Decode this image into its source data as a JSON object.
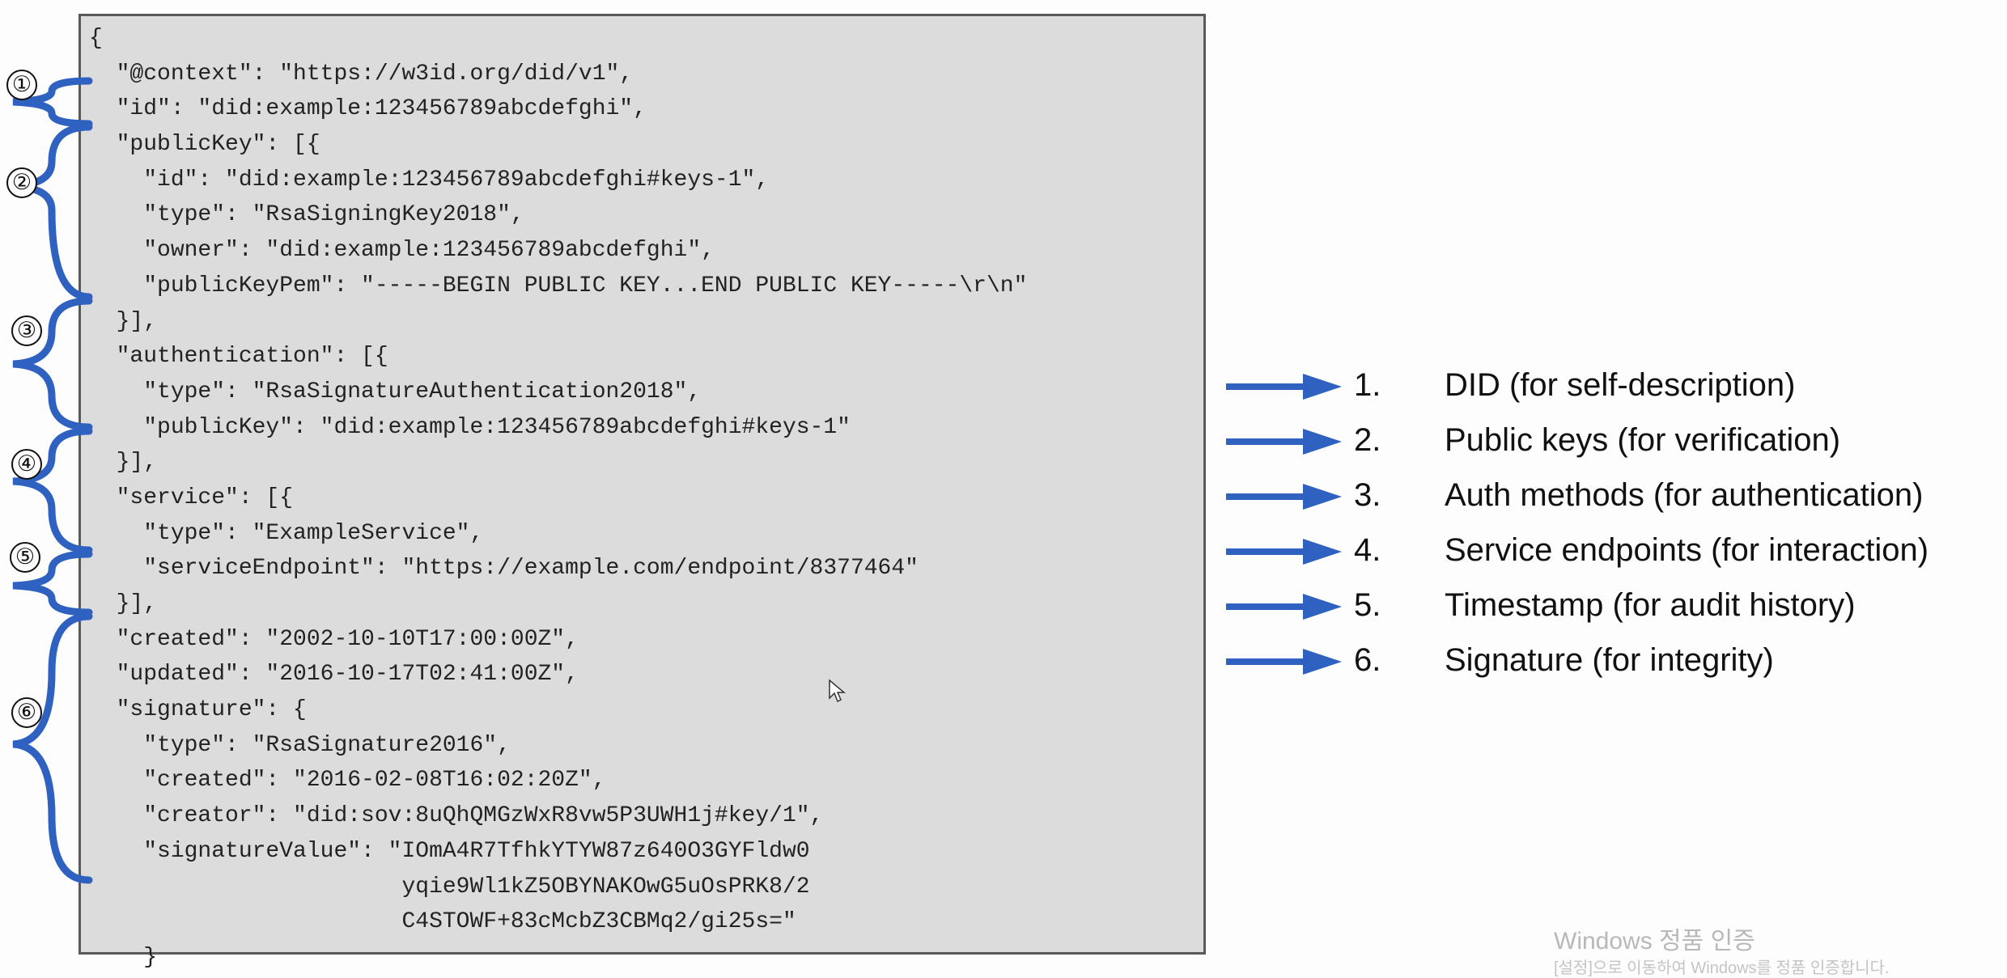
{
  "code": {
    "lines": [
      "{",
      "  \"@context\": \"https://w3id.org/did/v1\",",
      "  \"id\": \"did:example:123456789abcdefghi\",",
      "  \"publicKey\": [{",
      "    \"id\": \"did:example:123456789abcdefghi#keys-1\",",
      "    \"type\": \"RsaSigningKey2018\",",
      "    \"owner\": \"did:example:123456789abcdefghi\",",
      "    \"publicKeyPem\": \"-----BEGIN PUBLIC KEY...END PUBLIC KEY-----\\r\\n\"",
      "  }],",
      "  \"authentication\": [{",
      "    \"type\": \"RsaSignatureAuthentication2018\",",
      "    \"publicKey\": \"did:example:123456789abcdefghi#keys-1\"",
      "  }],",
      "  \"service\": [{",
      "    \"type\": \"ExampleService\",",
      "    \"serviceEndpoint\": \"https://example.com/endpoint/8377464\"",
      "  }],",
      "  \"created\": \"2002-10-10T17:00:00Z\",",
      "  \"updated\": \"2016-10-17T02:41:00Z\",",
      "  \"signature\": {",
      "    \"type\": \"RsaSignature2016\",",
      "    \"created\": \"2016-02-08T16:02:20Z\",",
      "    \"creator\": \"did:sov:8uQhQMGzWxR8vw5P3UWH1j#key/1\",",
      "    \"signatureValue\": \"IOmA4R7TfhkYTYW87z640O3GYFldw0",
      "                       yqie9Wl1kZ5OBYNAKOwG5uOsPRK8/2",
      "                       C4STOWF+83cMcbZ3CBMq2/gi25s=\"",
      "    }"
    ]
  },
  "markers": [
    "①",
    "②",
    "③",
    "④",
    "⑤",
    "⑥"
  ],
  "legend": [
    {
      "num": "1.",
      "text": "DID (for self-description)"
    },
    {
      "num": "2.",
      "text": "Public keys (for verification)"
    },
    {
      "num": "3.",
      "text": "Auth methods (for authentication)"
    },
    {
      "num": "4.",
      "text": "Service endpoints (for interaction)"
    },
    {
      "num": "5.",
      "text": "Timestamp (for audit history)"
    },
    {
      "num": "6.",
      "text": "Signature (for integrity)"
    }
  ],
  "watermark": {
    "title": "Windows 정품 인증",
    "subtitle": "[설정]으로 이동하여 Windows를 정품 인증합니다."
  },
  "colors": {
    "accent": "#2f62c0",
    "code_bg": "#dcdcdc"
  },
  "icons": [
    "brace-icon",
    "arrow-right-icon",
    "mouse-cursor-icon"
  ]
}
